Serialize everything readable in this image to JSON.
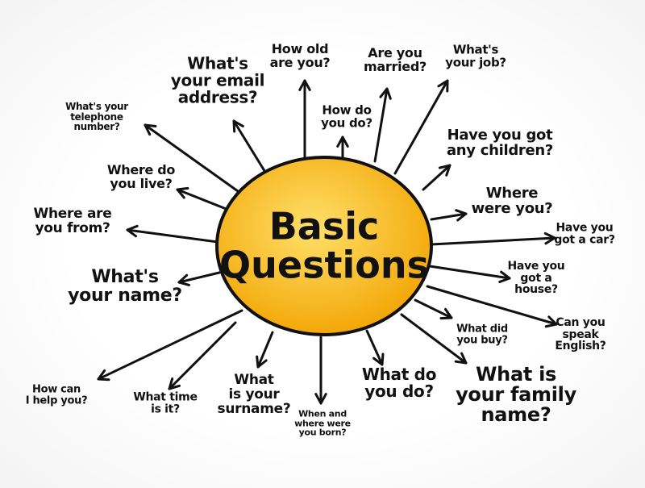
{
  "center": {
    "lines": [
      "Basic",
      "Questions"
    ],
    "fill_inner": "#ffe06a",
    "fill_outer": "#f2a300"
  },
  "nodes": [
    {
      "lines": [
        "What's",
        "your email",
        "address?"
      ]
    },
    {
      "lines": [
        "How old",
        "are you?"
      ]
    },
    {
      "lines": [
        "How do",
        "you do?"
      ]
    },
    {
      "lines": [
        "Are you",
        "married?"
      ]
    },
    {
      "lines": [
        "What's",
        "your job?"
      ]
    },
    {
      "lines": [
        "Have you  got",
        "any children?"
      ]
    },
    {
      "lines": [
        "Where",
        "were you?"
      ]
    },
    {
      "lines": [
        "Have you",
        "got a car?"
      ]
    },
    {
      "lines": [
        "Have you",
        "got a",
        "house?"
      ]
    },
    {
      "lines": [
        "Can you",
        "speak",
        "English?"
      ]
    },
    {
      "lines": [
        "What did",
        "you buy?"
      ]
    },
    {
      "lines": [
        "What is",
        "your family",
        "name?"
      ]
    },
    {
      "lines": [
        "When and",
        "where were",
        "you born?"
      ]
    },
    {
      "lines": [
        "What do",
        "you do?"
      ]
    },
    {
      "lines": [
        "What",
        "is your",
        "surname?"
      ]
    },
    {
      "lines": [
        "What time",
        "is it?"
      ]
    },
    {
      "lines": [
        "How can",
        "I help you?"
      ]
    },
    {
      "lines": [
        "What's",
        "your name?"
      ]
    },
    {
      "lines": [
        "Where are",
        "you from?"
      ]
    },
    {
      "lines": [
        "Where do",
        "you live?"
      ]
    },
    {
      "lines": [
        "What's your",
        "telephone",
        "number?"
      ]
    }
  ]
}
